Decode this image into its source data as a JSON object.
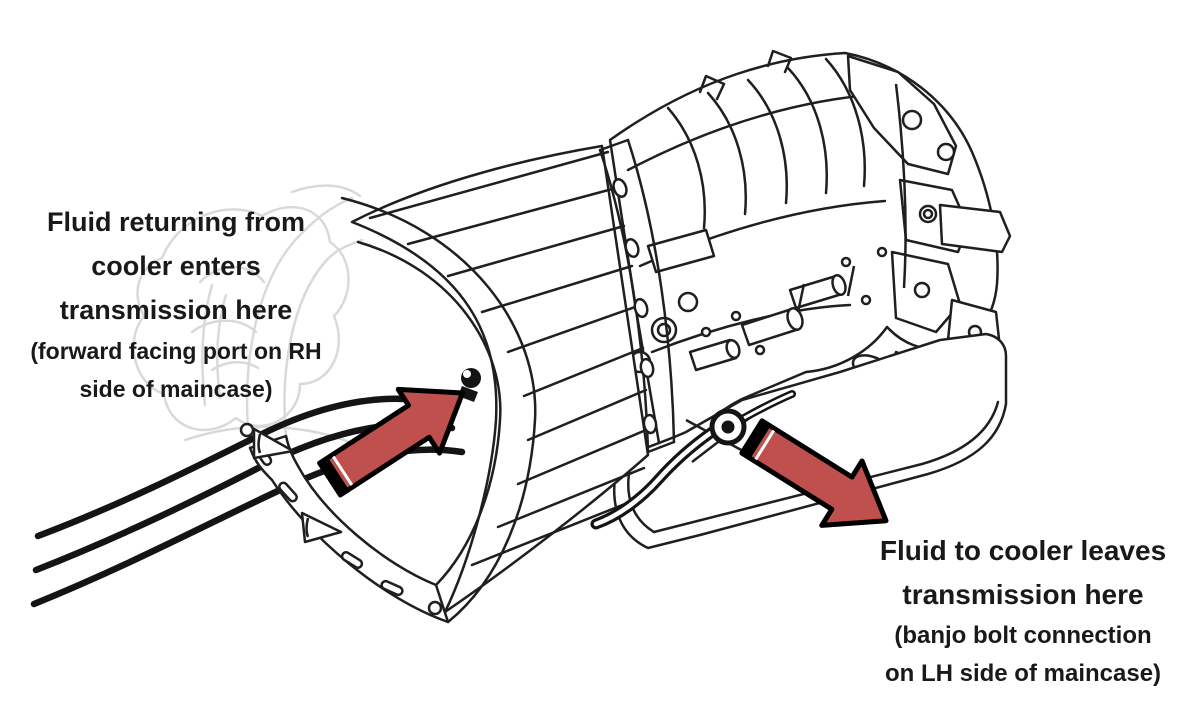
{
  "diagram": {
    "title": "Automatic transmission cooler line ports diagram",
    "art": {
      "line_color": "#1f1f1f",
      "ghost_color": "#d9d9d9",
      "arrow_fill": "#C0504D",
      "arrow_outline": "#000000",
      "background": "#ffffff",
      "text_color": "#191919"
    },
    "annotations": {
      "inlet": {
        "main_lines": [
          "Fluid returning from",
          "cooler enters",
          "transmission here"
        ],
        "detail_lines": [
          "(forward facing port on RH",
          "side of maincase)"
        ]
      },
      "outlet": {
        "main_lines": [
          "Fluid to cooler leaves",
          "transmission here"
        ],
        "detail_lines": [
          "(banjo bolt connection",
          "on LH side of maincase)"
        ]
      }
    }
  }
}
